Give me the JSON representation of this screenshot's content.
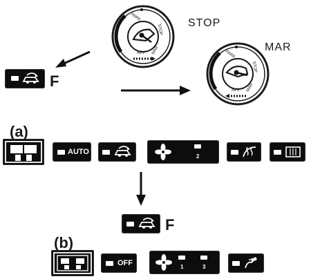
{
  "ignition": {
    "state_stop": "STOP",
    "state_mar": "MAR",
    "dial_positions": [
      "PARK",
      "STOP",
      "MAR",
      "AVV"
    ]
  },
  "recirc_fan_label": "F",
  "sections": {
    "a_label": "(a)",
    "b_label": "(b)"
  },
  "panel_a": {
    "auto_label": "AUTO",
    "fan_low": "",
    "fan_high": "2"
  },
  "panel_b": {
    "off_label": "OFF",
    "fan_low": "1",
    "fan_high": "3"
  },
  "colors": {
    "ink": "#111111",
    "paper": "#ffffff",
    "indicator": "#ffffff"
  }
}
